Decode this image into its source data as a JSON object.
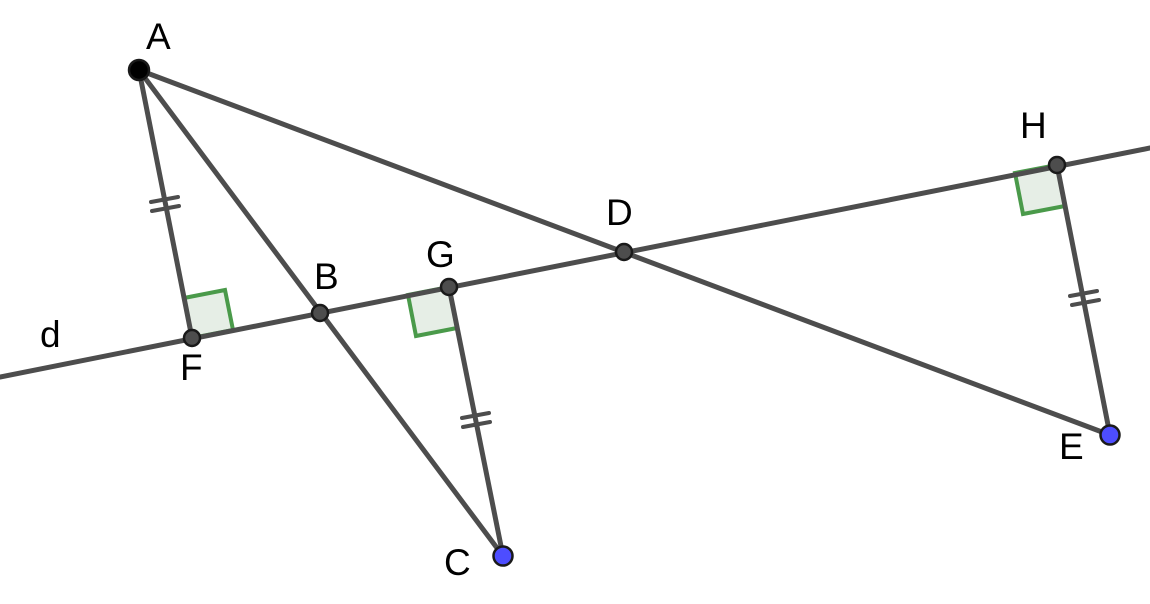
{
  "figure": {
    "points": [
      {
        "name": "A",
        "color": "#000000",
        "role": "free"
      },
      {
        "name": "B",
        "color": "#4d4d4d",
        "role": "intersection"
      },
      {
        "name": "C",
        "color": "#4d4dff",
        "role": "constructed"
      },
      {
        "name": "D",
        "color": "#4d4d4d",
        "role": "intersection"
      },
      {
        "name": "E",
        "color": "#4d4dff",
        "role": "constructed"
      },
      {
        "name": "F",
        "color": "#4d4d4d",
        "role": "foot-of-perpendicular"
      },
      {
        "name": "G",
        "color": "#4d4d4d",
        "role": "foot-of-perpendicular"
      },
      {
        "name": "H",
        "color": "#4d4d4d",
        "role": "foot-of-perpendicular"
      }
    ],
    "line_label": "d",
    "segments": [
      "AC",
      "AE",
      "AF",
      "GC",
      "HE"
    ],
    "right_angles_at": [
      "F",
      "G",
      "H"
    ],
    "equal_length_marks_on": [
      "AF",
      "GC",
      "HE"
    ],
    "colors": {
      "line": "#4d4d4d",
      "right_angle_stroke": "#4a9a4a",
      "right_angle_fill": "#e6eee6",
      "blue_point": "#4d4dff"
    }
  }
}
